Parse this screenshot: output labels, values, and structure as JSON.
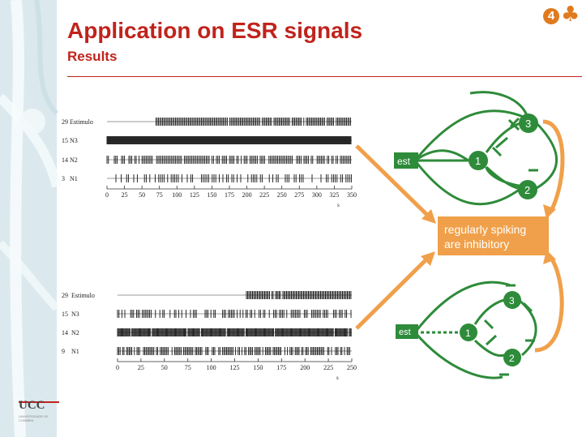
{
  "slide": {
    "title": "Application on ESR signals",
    "subtitle": "Results",
    "page_number": "4",
    "club_icon": "club-icon",
    "accent_color": "#c0231c",
    "orange_color": "#f0a04a",
    "green_color": "#2e8b3a"
  },
  "logo": {
    "name": "UCC",
    "subtitle": "UNIVERSIDADE DE COIMBRA"
  },
  "raster_top": {
    "rows": [
      {
        "index": "29",
        "label": "Estimulo"
      },
      {
        "index": "15",
        "label": "N3"
      },
      {
        "index": "14",
        "label": "N2"
      },
      {
        "index": "3",
        "label": "N1"
      }
    ],
    "ticks": [
      "0",
      "25",
      "50",
      "75",
      "100",
      "125",
      "150",
      "175",
      "200",
      "225",
      "250",
      "275",
      "300",
      "325",
      "350"
    ],
    "xmax": 350,
    "unit": "s"
  },
  "raster_bottom": {
    "rows": [
      {
        "index": "29",
        "label": "Estimulo"
      },
      {
        "index": "15",
        "label": "N3"
      },
      {
        "index": "14",
        "label": "N2"
      },
      {
        "index": "9",
        "label": "N1"
      }
    ],
    "ticks": [
      "0",
      "25",
      "50",
      "75",
      "100",
      "125",
      "150",
      "175",
      "200",
      "225",
      "250"
    ],
    "xmax": 250,
    "unit": "s"
  },
  "network_top": {
    "input_label": "est",
    "nodes": [
      "1",
      "2",
      "3"
    ]
  },
  "network_bottom": {
    "input_label": "est",
    "nodes": [
      "1",
      "2",
      "3"
    ]
  },
  "note": {
    "line1": "regularly spiking",
    "line2": "are inhibitory"
  }
}
